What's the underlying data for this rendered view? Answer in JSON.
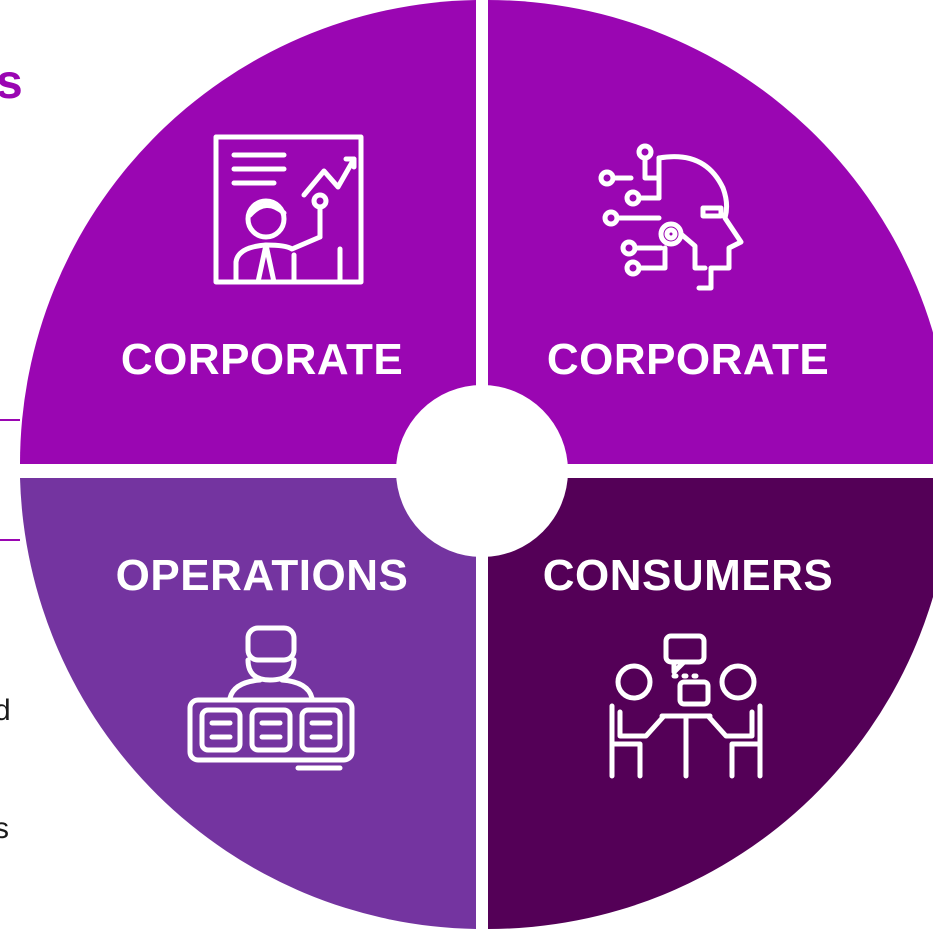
{
  "colors": {
    "top_left": "#9a06b2",
    "top_right": "#9a06b2",
    "bottom_left": "#7434a0",
    "bottom_right": "#540057",
    "center": "#ffffff",
    "edge_accent": "#9a06b2"
  },
  "quadrants": {
    "top_left": {
      "label": "CORPORATE",
      "icon": "presentation-icon"
    },
    "top_right": {
      "label": "CORPORATE",
      "icon": "ai-head-icon"
    },
    "bottom_left": {
      "label": "OPERATIONS",
      "icon": "control-panel-icon"
    },
    "bottom_right": {
      "label": "CONSUMERS",
      "icon": "meeting-icon"
    }
  },
  "edge_fragments": {
    "title_tail": "s",
    "line_a": "d",
    "line_b": "s"
  }
}
